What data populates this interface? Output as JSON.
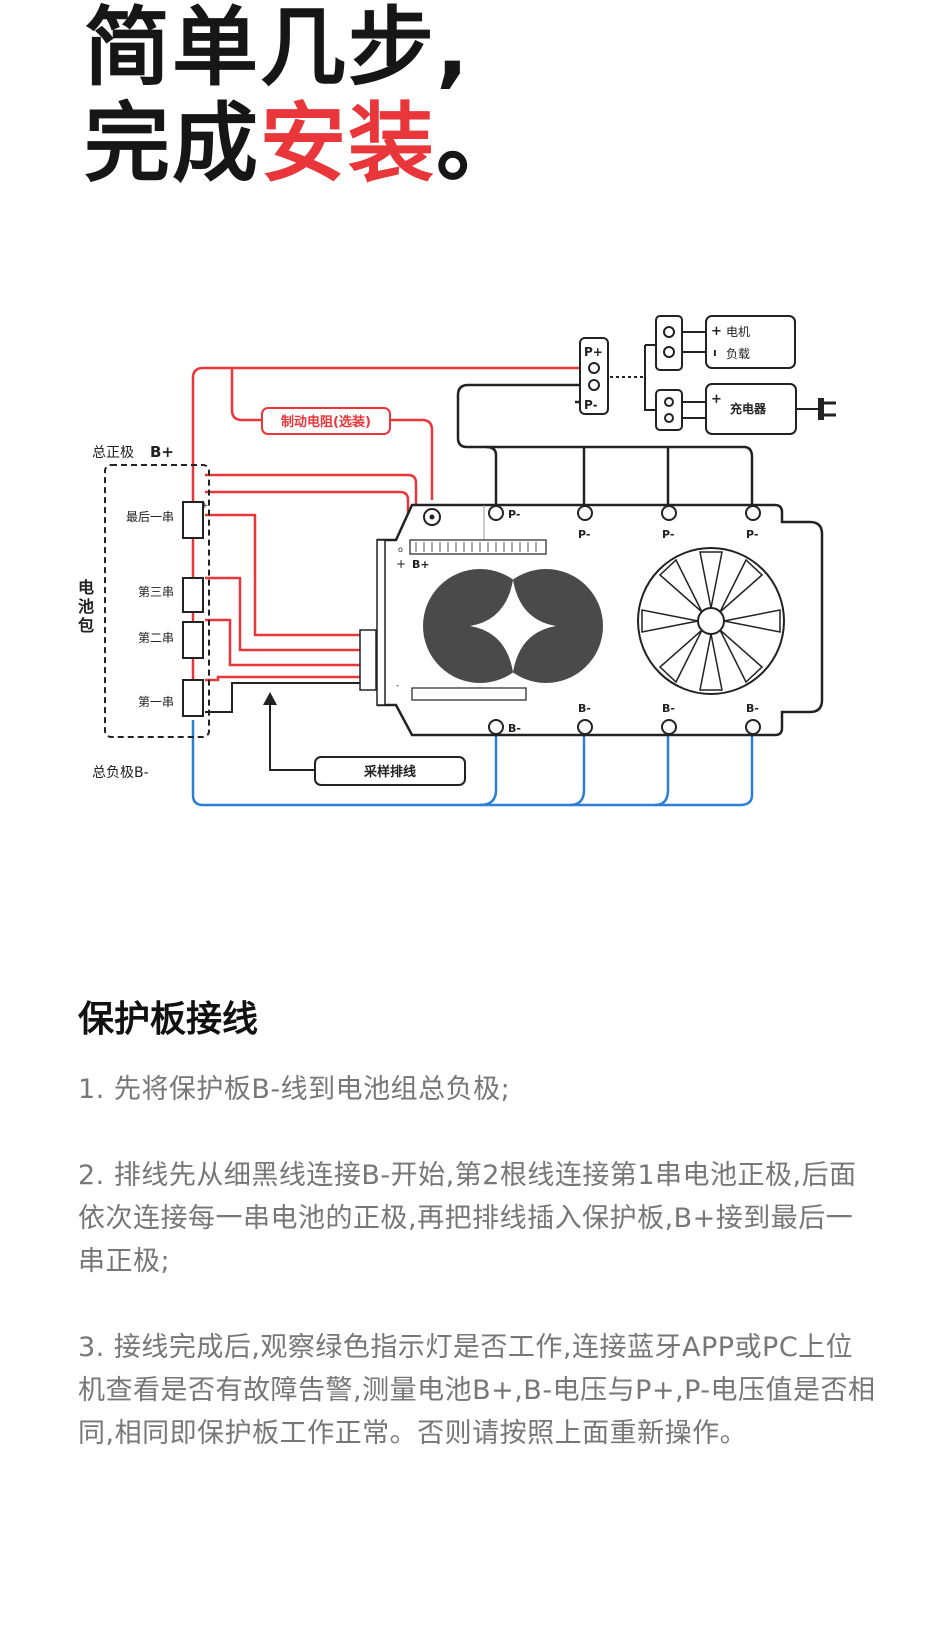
{
  "hero": {
    "line1": "简单几步,",
    "line2_prefix": "完成",
    "line2_accent": "安装",
    "line2_suffix": "。",
    "accent_color": "#e8363a"
  },
  "diagram": {
    "total_positive": "总正极",
    "total_positive_mark": "B+",
    "total_negative": "总负极B-",
    "battery_pack": [
      "电",
      "池",
      "包"
    ],
    "cells": [
      "最后一串",
      "第三串",
      "第二串",
      "第一串"
    ],
    "brake_resistor": "制动电阻(选装)",
    "sampling_cable": "采样排线",
    "connector_p_plus": "P+",
    "connector_p_minus": "P-",
    "motor_load": [
      "电机",
      "负载"
    ],
    "charger": "充电器",
    "p_minus_labels": [
      "P-",
      "P-",
      "P-",
      "P-"
    ],
    "b_minus_labels": [
      "B-",
      "B-",
      "B-",
      "B-"
    ],
    "board_b_plus": "B+",
    "colors": {
      "positive": "#e8363a",
      "negative": "#2d7fd6",
      "wire": "#222222",
      "logo": "#4a4a4a"
    }
  },
  "section": {
    "title": "保护板接线",
    "steps": [
      "1. 先将保护板B-线到电池组总负极;",
      "2. 排线先从细黑线连接B-开始,第2根线连接第1串电池正极,后面依次连接每一串电池的正极,再把排线插入保护板,B+接到最后一串正极;",
      "3. 接线完成后,观察绿色指示灯是否工作,连接蓝牙APP或PC上位机查看是否有故障告警,测量电池B+,B-电压与P+,P-电压值是否相同,相同即保护板工作正常。否则请按照上面重新操作。"
    ]
  }
}
